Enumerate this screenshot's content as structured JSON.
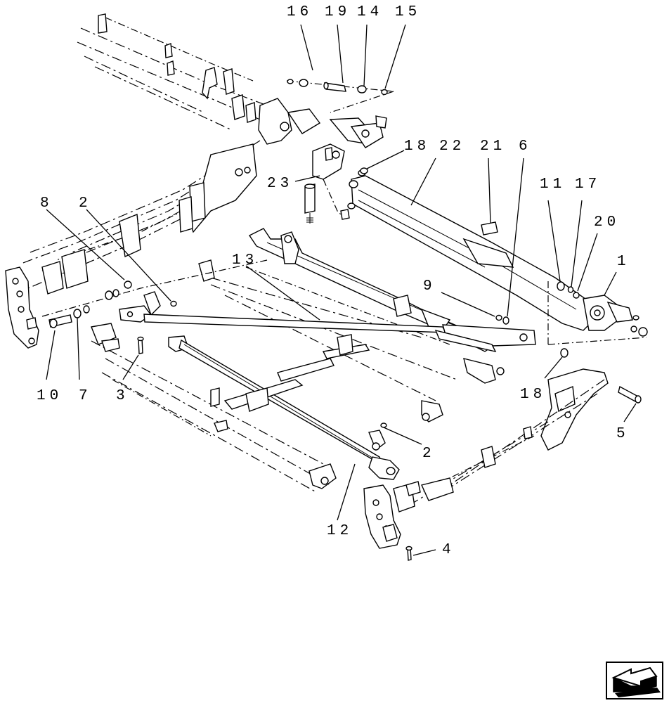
{
  "diagram": {
    "callouts": [
      {
        "id": "c16",
        "label": "16"
      },
      {
        "id": "c19",
        "label": "19"
      },
      {
        "id": "c14",
        "label": "14"
      },
      {
        "id": "c15",
        "label": "15"
      },
      {
        "id": "c18a",
        "label": "18"
      },
      {
        "id": "c22",
        "label": "22"
      },
      {
        "id": "c21",
        "label": "21"
      },
      {
        "id": "c6",
        "label": "6"
      },
      {
        "id": "c23",
        "label": "23"
      },
      {
        "id": "c11",
        "label": "11"
      },
      {
        "id": "c17",
        "label": "17"
      },
      {
        "id": "c20",
        "label": "20"
      },
      {
        "id": "c1",
        "label": "1"
      },
      {
        "id": "c8",
        "label": "8"
      },
      {
        "id": "c2a",
        "label": "2"
      },
      {
        "id": "c13",
        "label": "13"
      },
      {
        "id": "c9",
        "label": "9"
      },
      {
        "id": "c10",
        "label": "10"
      },
      {
        "id": "c7",
        "label": "7"
      },
      {
        "id": "c3",
        "label": "3"
      },
      {
        "id": "c18b",
        "label": "18"
      },
      {
        "id": "c5",
        "label": "5"
      },
      {
        "id": "c2b",
        "label": "2"
      },
      {
        "id": "c12",
        "label": "12"
      },
      {
        "id": "c4",
        "label": "4"
      }
    ]
  },
  "nav": {
    "icon": "prev-page-arrow-icon"
  }
}
